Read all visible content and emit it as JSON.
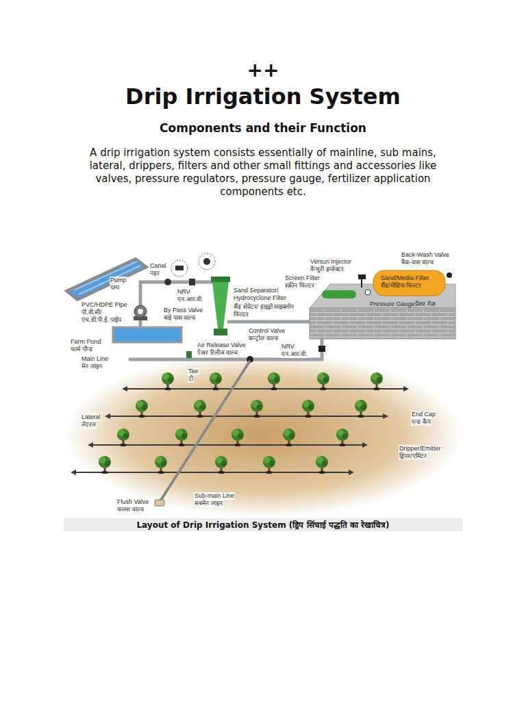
{
  "diagram": {
    "title": "Drip Irrigation System",
    "caption": "Layout of Drip Irrigation System (ड्रिप सिंचाई पद्धति का रेखाचित्र)",
    "labels": [
      "++",
      "Components and their Function",
      "A drip irrigation system consists essentially of mainline, sub mains, lateral, drippers, filters and other small fittings and accessories like valves, pressure regulators, pressure gauge, fertilizer application components etc.",
      "Canal",
      "नहर",
      "Pump",
      "पम्प",
      "PVC/HDPE Pipe",
      "पी.वी.सी/ एच.डी.पी.ई. पाईप",
      "By Pass Valve",
      "बाई पास वाल्व",
      "NRV",
      "एन.आर.वी.",
      "Sand Separator/ Hydrocyclone Filter",
      "सैंड सेप्रेटर/ हाइड्रो साइक्लोन फिल्टर",
      "Venturi Injector",
      "वैन्चुरी इन्जेक्टर",
      "Back-Wash Valve",
      "बैक-वाश वाल्व",
      "Screen Filter",
      "स्क्रीन फिल्टर",
      "Sand/Media Filter",
      "सैंड/मीडिया फिल्टर",
      "Pressure Gauge",
      "प्रैशर गेज",
      "Farm Pond",
      "फार्म पौन्ड",
      "Air Release Valve",
      "ऐअर रिलीज वाल्व",
      "Control Valve",
      "कन्ट्रोल वाल्व",
      "NRV",
      "एन.आर.वी.",
      "Main Line",
      "मेन लाइन",
      "Tee",
      "टी",
      "Lateral",
      "लेटरल",
      "End Cap",
      "एन्ड कैप",
      "Dripper/Emitter",
      "ड्रिपर/एमिटर",
      "Flush Valve",
      "फलश वाल्व",
      "Sub-main Line",
      "सबमेन लाइन"
    ]
  }
}
